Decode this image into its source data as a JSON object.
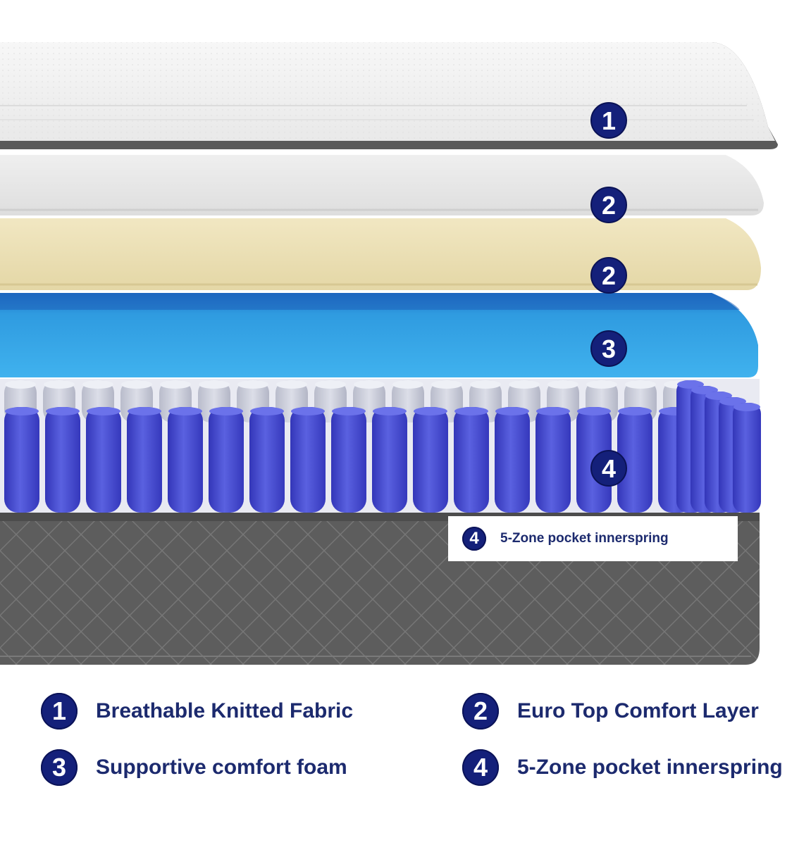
{
  "badges": {
    "fabric": "1",
    "euro_top_upper": "2",
    "euro_top_lower": "2",
    "foam": "3",
    "springs": "4"
  },
  "inline_label": {
    "badge": "4",
    "text": "5-Zone pocket innerspring"
  },
  "legend": {
    "items": [
      {
        "badge": "1",
        "label": "Breathable Knitted Fabric"
      },
      {
        "badge": "2",
        "label": "Euro Top Comfort Layer"
      },
      {
        "badge": "3",
        "label": "Supportive comfort foam"
      },
      {
        "badge": "4",
        "label": "5-Zone pocket innerspring"
      }
    ]
  },
  "colors": {
    "badge": "#14207a",
    "text": "#1c2a6e",
    "fabric_top": "#f2f2f2",
    "comfort_layer_white": "#e6e6e6",
    "comfort_layer_cream": "#ece0b4",
    "foam_blue": "#2f9fe0",
    "springs_purple": "#4a4fd2",
    "border_gray": "#5c5c5c"
  }
}
